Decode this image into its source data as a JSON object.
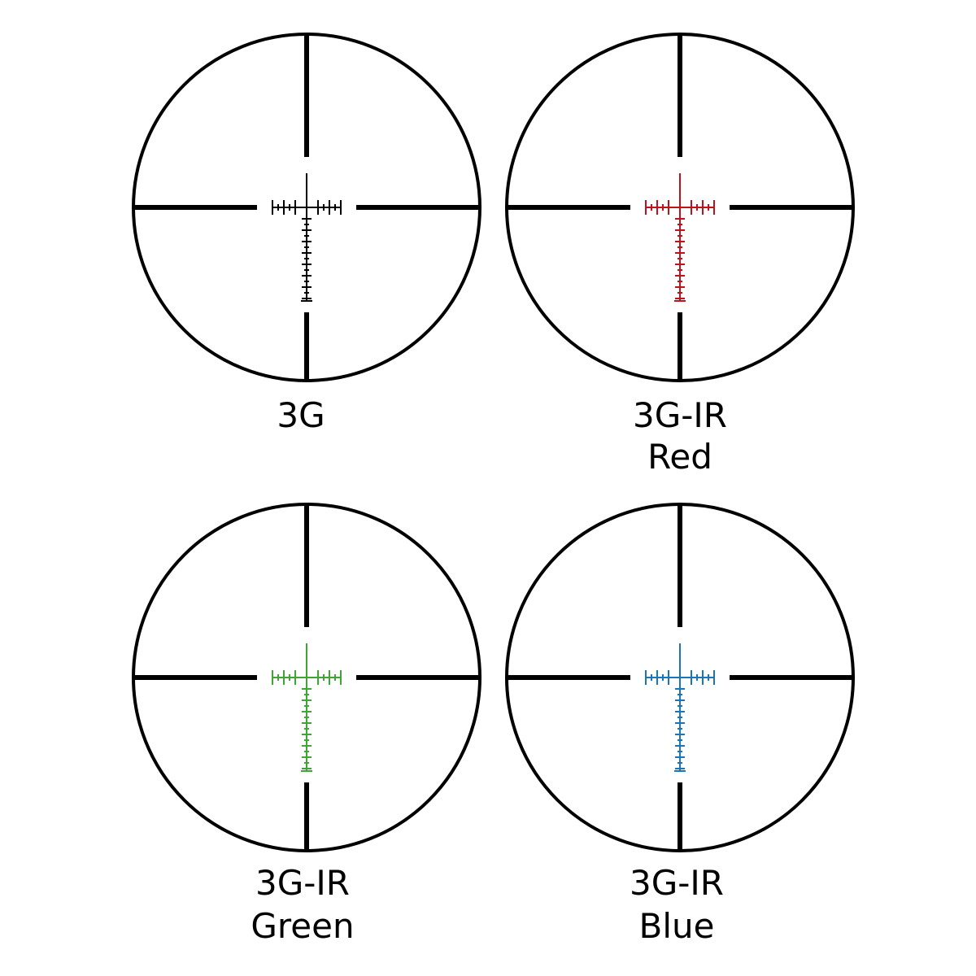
{
  "reticles": [
    {
      "id": "3g",
      "label_lines": [
        "3G"
      ],
      "center_color": "#000000"
    },
    {
      "id": "3g-ir-red",
      "label_lines": [
        "3G-IR",
        "Red"
      ],
      "center_color": "#c1121c"
    },
    {
      "id": "3g-ir-green",
      "label_lines": [
        "3G-IR",
        "Green"
      ],
      "center_color": "#3fa535"
    },
    {
      "id": "3g-ir-blue",
      "label_lines": [
        "3G-IR",
        "Blue"
      ],
      "center_color": "#1b75bb"
    }
  ],
  "outer_color": "#000000"
}
